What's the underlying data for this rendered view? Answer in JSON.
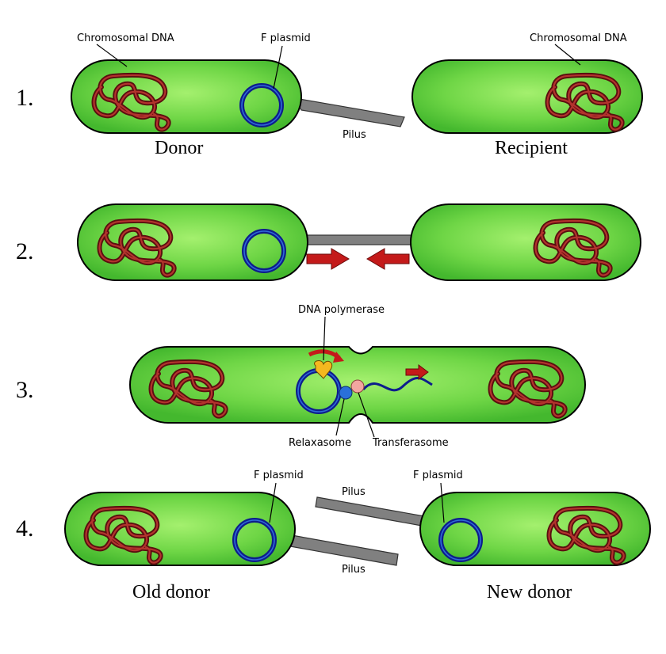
{
  "colors": {
    "cell_fill_center": "#8ee85a",
    "cell_fill_edge": "#49c432",
    "chromosome": "#8b1a1a",
    "plasmid": "#1f3fb0",
    "pilus": "#808080",
    "arrow": "#c41a1a"
  },
  "steps": [
    {
      "number": "1.",
      "labels": {
        "donor_chromosome": "Chromosomal DNA",
        "plasmid": "F plasmid",
        "recipient_chromosome": "Chromosomal DNA",
        "pilus": "Pilus",
        "donor": "Donor",
        "recipient": "Recipient"
      }
    },
    {
      "number": "2."
    },
    {
      "number": "3.",
      "labels": {
        "polymerase": "DNA polymerase",
        "relaxasome": "Relaxasome",
        "transferasome": "Transferasome"
      }
    },
    {
      "number": "4.",
      "labels": {
        "old_plasmid": "F plasmid",
        "new_plasmid": "F plasmid",
        "pilus_top": "Pilus",
        "pilus_bottom": "Pilus",
        "old_donor": "Old donor",
        "new_donor": "New donor"
      }
    }
  ]
}
